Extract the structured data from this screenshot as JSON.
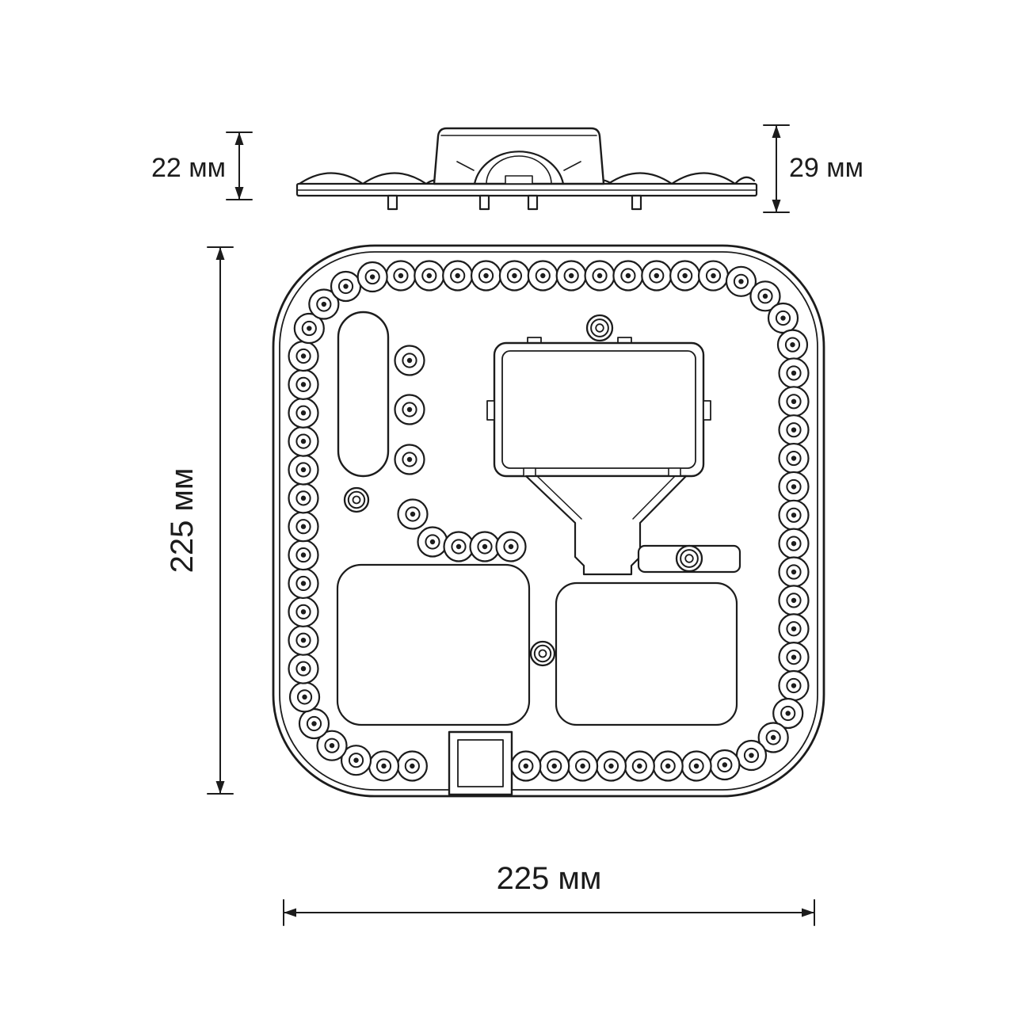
{
  "diagram": {
    "type": "technical-drawing",
    "subject": "LED ceiling-lamp module, side profile and plan views",
    "line_color": "#1c1c1c",
    "background_color": "#ffffff",
    "features": [
      "perimeter ring of LED lenses",
      "central connector housing with funnel bracket",
      "oval cutout",
      "mounting screws",
      "terminal box on bottom edge"
    ]
  },
  "dimensions": {
    "side_left": "22 мм",
    "side_right": "29 мм",
    "plan_height": "225 мм",
    "plan_width": "225 мм"
  },
  "counts": {
    "perimeter_lenses": 61,
    "inner_lenses": 8,
    "screws": 4
  }
}
